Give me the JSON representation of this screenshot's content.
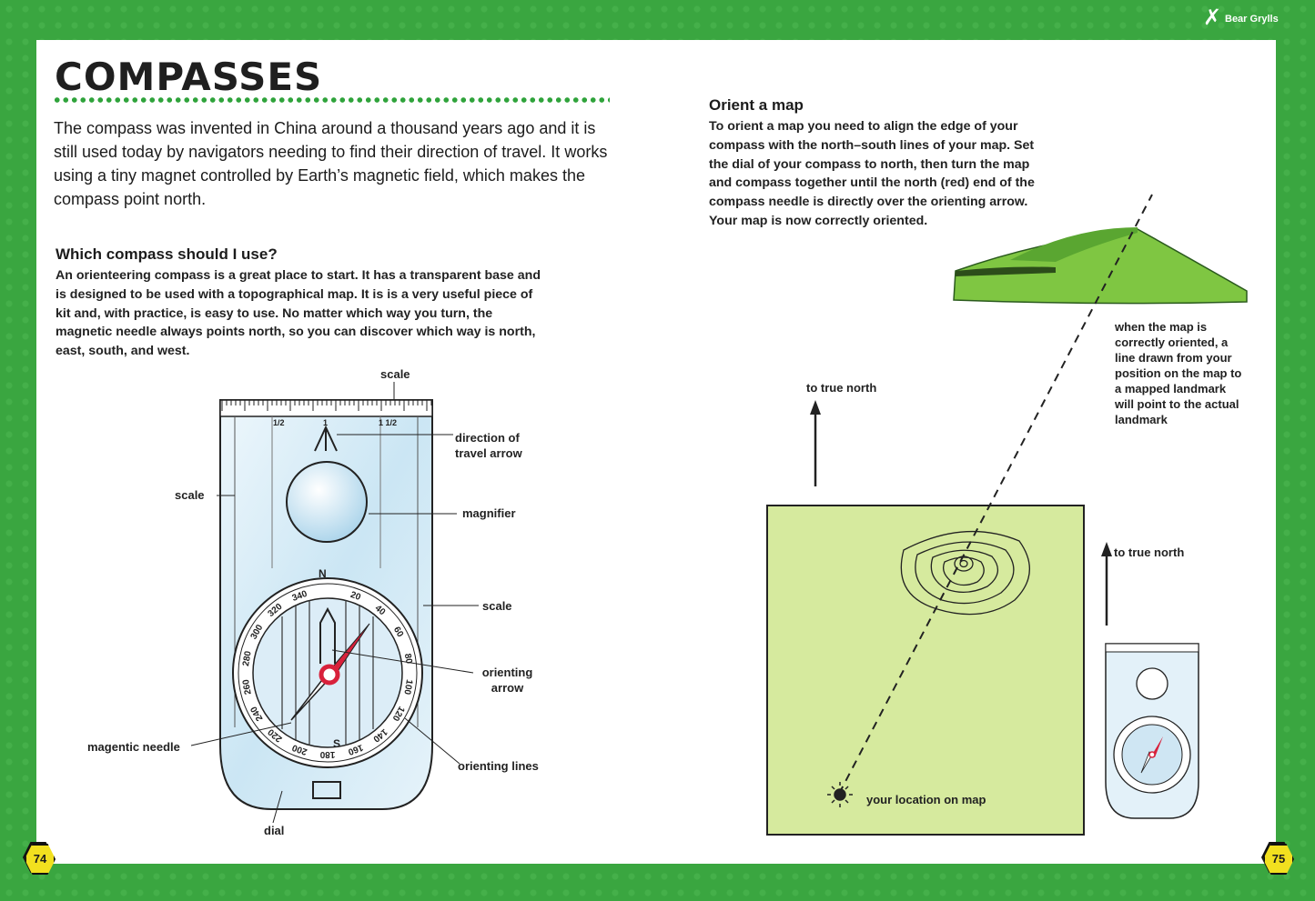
{
  "title": "COMPASSES",
  "intro": "The compass was invented in China around a thousand years ago and it is still used today by navigators needing to find their direction of travel. It works using a tiny magnet controlled by Earth’s magnetic field, which makes the compass point north.",
  "which": {
    "heading": "Which compass should I use?",
    "body": "An orienteering compass is a great place to start. It has a transparent base and is designed to be used with a topographical map. It is is a very useful piece of kit and, with practice, is easy to use. No matter which way you turn, the magnetic needle always points north, so you can discover which way is north, east, south, and west."
  },
  "orient": {
    "heading": "Orient a map",
    "body": "To orient a map you need to align the edge of your compass with the north–south lines of your map. Set the dial of your compass to north, then turn the map and compass together until the north (red) end of the compass needle is directly over the orienting arrow. Your map is now correctly oriented."
  },
  "compass_labels": {
    "scale_top": "scale",
    "scale_left": "scale",
    "scale_right": "scale",
    "direction_arrow": "direction of travel arrow",
    "magnifier": "magnifier",
    "orienting_arrow": "orienting arrow",
    "orienting_lines": "orienting lines",
    "needle": "magentic needle",
    "dial": "dial"
  },
  "dial_numbers": [
    "340",
    "320",
    "300",
    "280",
    "260",
    "240",
    "220",
    "200",
    "180",
    "160",
    "140",
    "120",
    "100",
    "80",
    "60",
    "40",
    "20"
  ],
  "ruler_marks": [
    "1/2",
    "1",
    "1 1/2"
  ],
  "map_labels": {
    "true_north_1": "to true north",
    "true_north_2": "to true north",
    "landmark_note": "when the map is correctly oriented, a line drawn from your position on the map to a mapped landmark will point to the actual landmark",
    "location": "your location on map"
  },
  "logo": "Bear Grylls",
  "page_left": "74",
  "page_right": "75",
  "colors": {
    "frame": "#3aa640",
    "map": "#d6ea9e",
    "needle_red": "#d8213b",
    "dots": "#2fa33b",
    "badge": "#f2e01f"
  }
}
